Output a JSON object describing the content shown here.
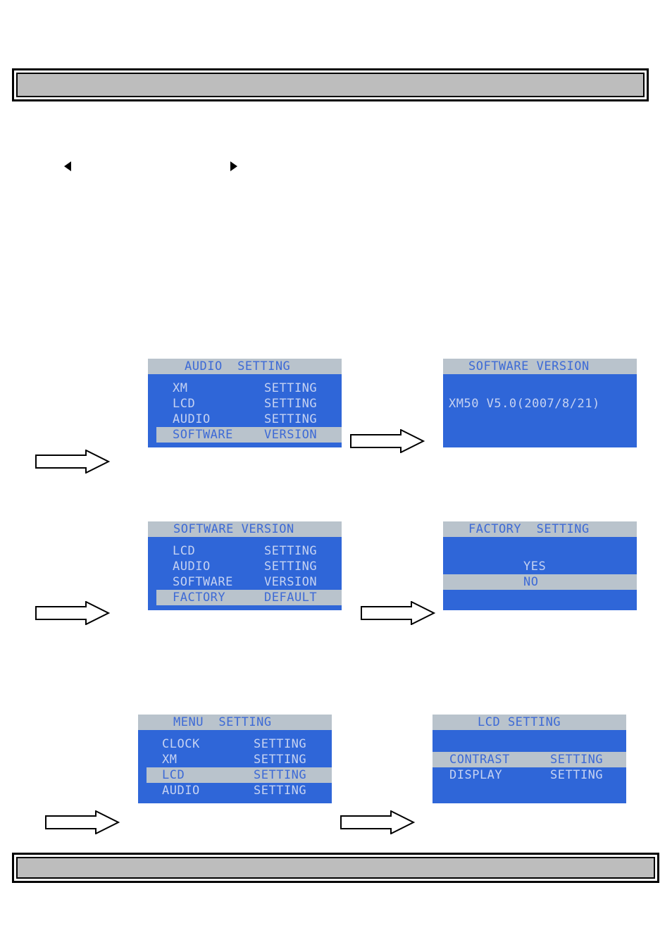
{
  "screens": {
    "audio_setting": {
      "title": "AUDIO  SETTING",
      "rows": [
        {
          "left": "XM",
          "right": "SETTING"
        },
        {
          "left": "LCD",
          "right": "SETTING"
        },
        {
          "left": "AUDIO",
          "right": "SETTING"
        },
        {
          "left": "SOFTWARE",
          "right": "VERSION"
        }
      ]
    },
    "software_version": {
      "title": "SOFTWARE VERSION",
      "text": "XM50 V5.0(2007/8/21)"
    },
    "software_version_menu": {
      "title": "SOFTWARE VERSION",
      "rows": [
        {
          "left": "LCD",
          "right": "SETTING"
        },
        {
          "left": "AUDIO",
          "right": "SETTING"
        },
        {
          "left": "SOFTWARE",
          "right": "VERSION"
        },
        {
          "left": "FACTORY",
          "right": "DEFAULT"
        }
      ]
    },
    "factory_setting": {
      "title": "FACTORY  SETTING",
      "options": [
        "YES",
        "NO"
      ]
    },
    "menu_setting": {
      "title": "MENU  SETTING",
      "rows": [
        {
          "left": "CLOCK",
          "right": "SETTING"
        },
        {
          "left": "XM",
          "right": "SETTING"
        },
        {
          "left": "LCD",
          "right": "SETTING"
        },
        {
          "left": "AUDIO",
          "right": "SETTING"
        }
      ]
    },
    "lcd_setting": {
      "title": "LCD SETTING",
      "rows": [
        {
          "left": "CONTRAST",
          "right": "SETTING"
        },
        {
          "left": "DISPLAY",
          "right": "SETTING"
        }
      ]
    }
  },
  "colors": {
    "lcd_background": "#2f66d8",
    "lcd_highlight": "#b9c3cc",
    "banner_fill": "#bdbdbd"
  }
}
